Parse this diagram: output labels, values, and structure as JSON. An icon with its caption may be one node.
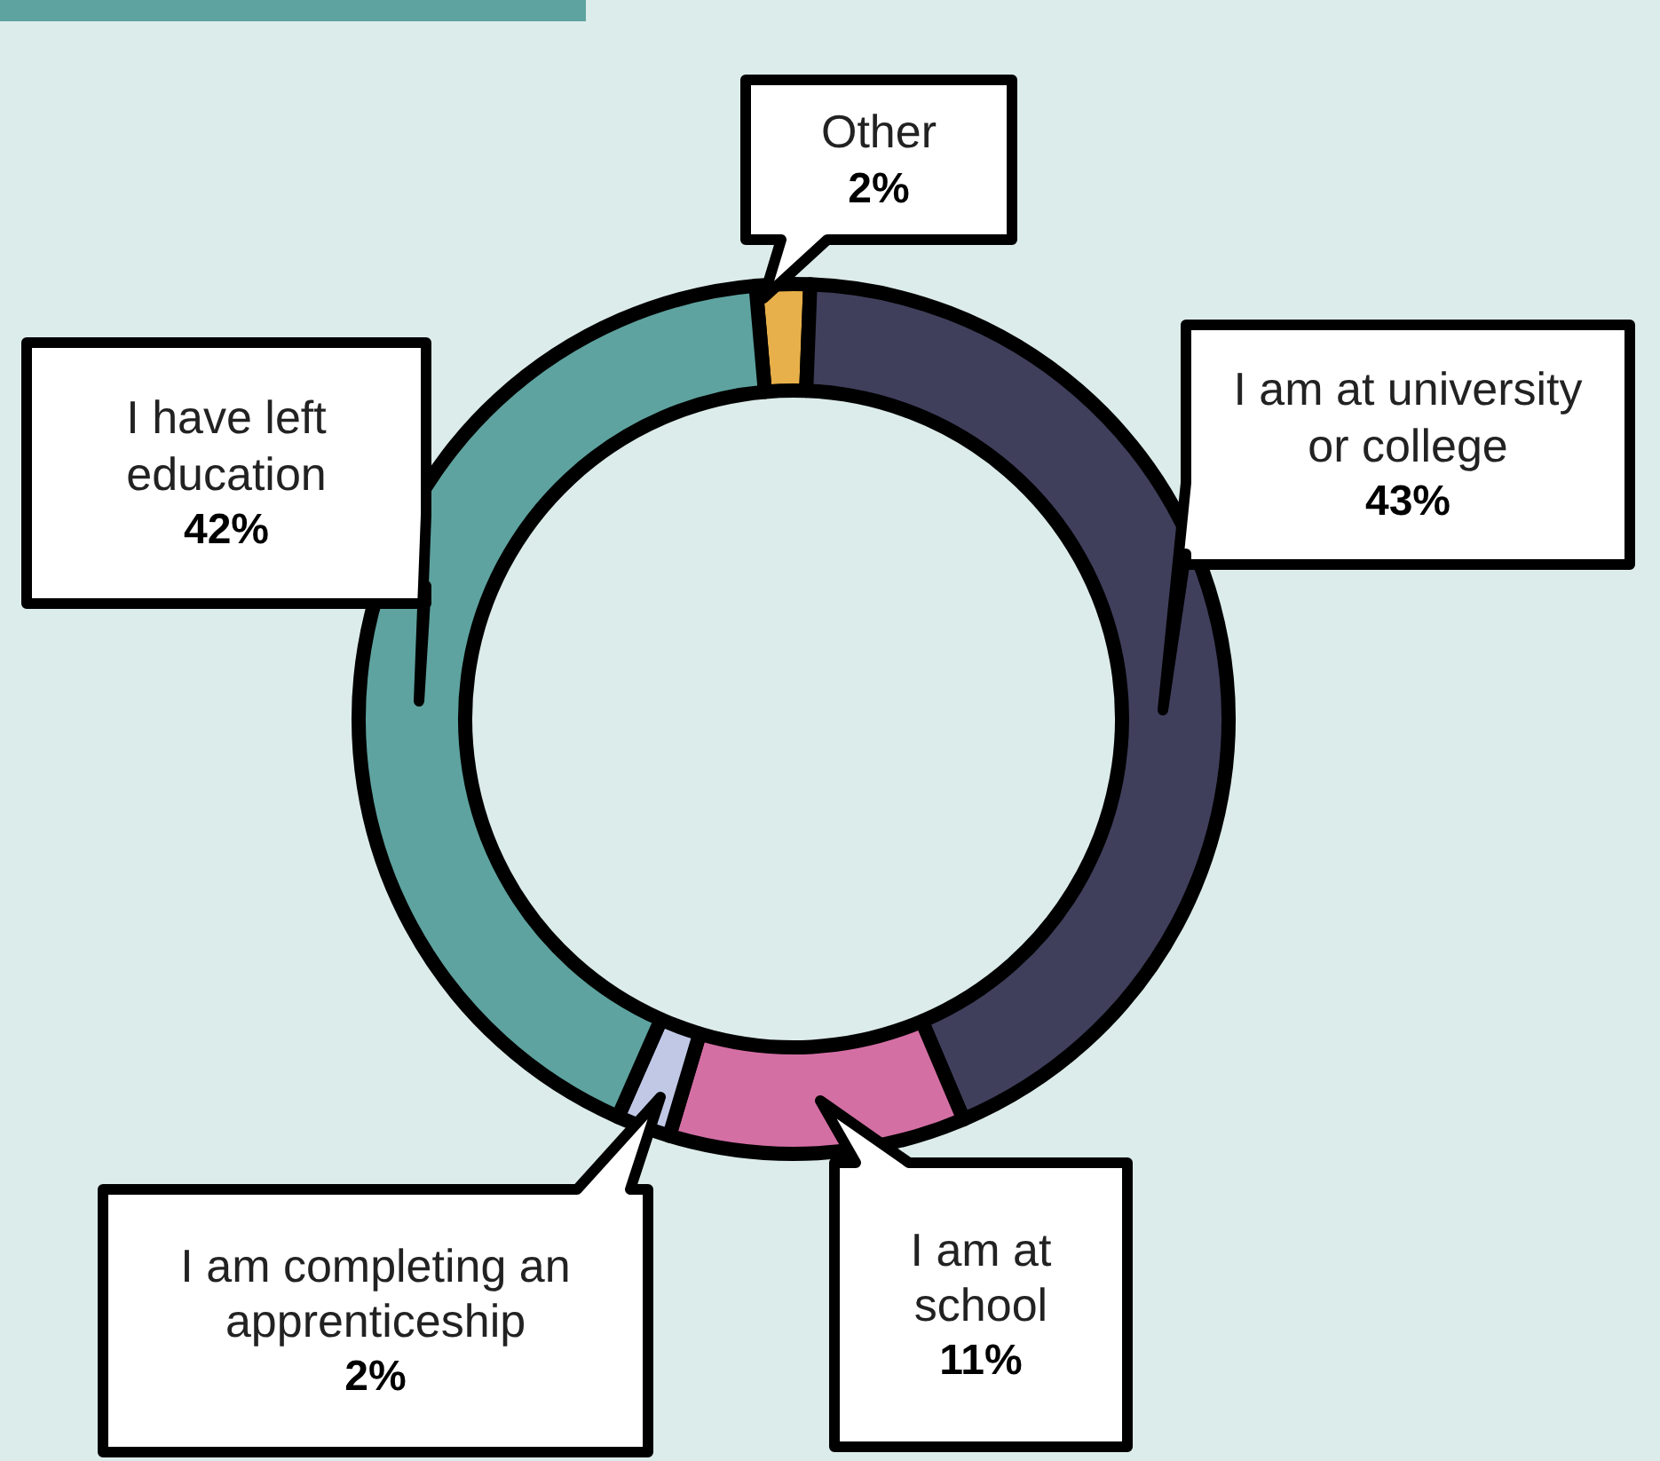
{
  "diagram": {
    "chart_data": {
      "type": "donut",
      "categories": [
        "Other",
        "I am at university or college",
        "I am at school",
        "I am completing an apprenticeship",
        "I have left education"
      ],
      "values": [
        2,
        43,
        11,
        2,
        42
      ],
      "colors": [
        "#e8b04a",
        "#3f3f5c",
        "#d46fa4",
        "#c0c8e6",
        "#5ea3a0"
      ],
      "value_labels": [
        "2%",
        "43%",
        "11%",
        "2%",
        "42%"
      ]
    }
  }
}
